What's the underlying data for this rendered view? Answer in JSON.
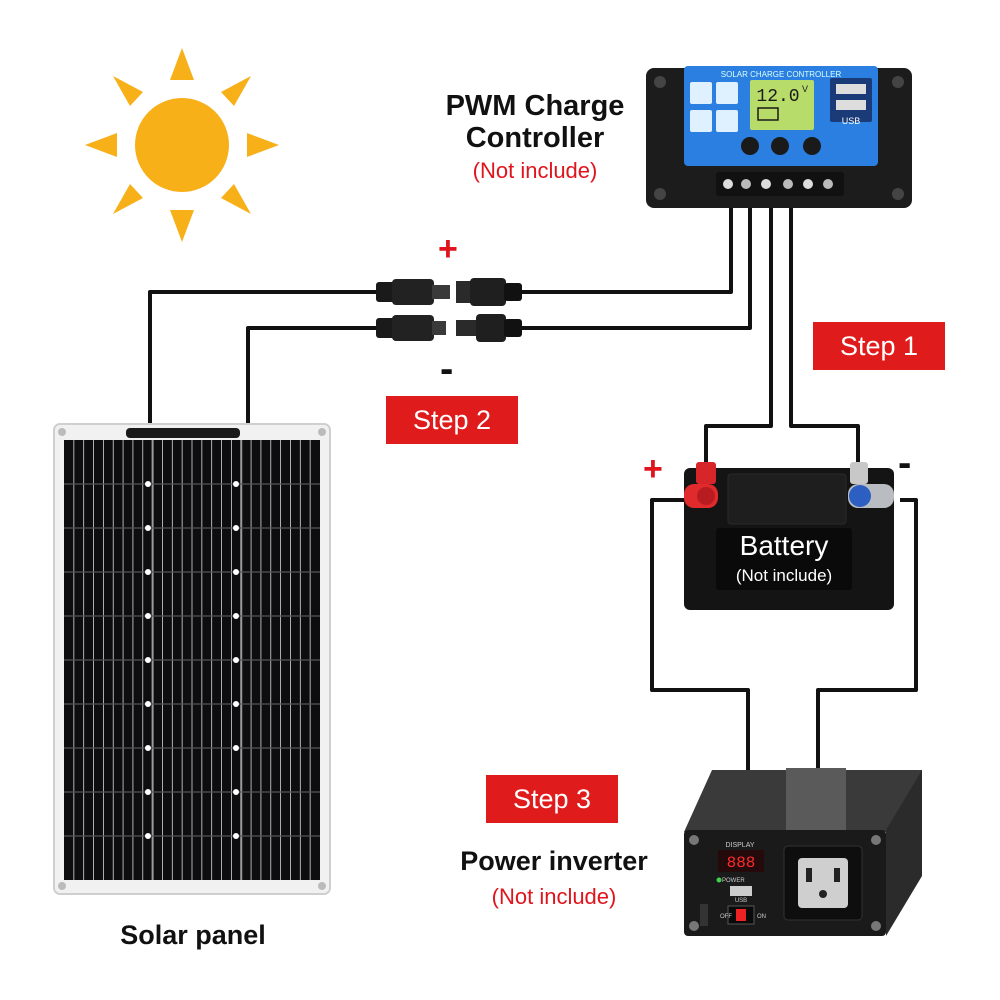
{
  "labels": {
    "controller_title": "PWM Charge Controller",
    "controller_note": "(Not include)",
    "step1": "Step 1",
    "step2": "Step 2",
    "step3": "Step 3",
    "battery_title": "Battery",
    "battery_note": "(Not include)",
    "inverter_title": "Power inverter",
    "inverter_note": "(Not include)",
    "panel_title": "Solar panel",
    "plus": "+",
    "minus": "-"
  },
  "controller_device": {
    "header": "SOLAR CHARGE CONTROLLER",
    "display": "12.0",
    "unit": "V",
    "icons": [
      "MCU control",
      "SET voltage",
      "Build-in timer",
      "FULL protect"
    ],
    "usb_label": "USB"
  },
  "inverter_device": {
    "display_label": "DISPLAY",
    "display_value": "888",
    "power_label": "POWER",
    "usb_label": "USB",
    "off_label": "OFF",
    "on_label": "ON"
  },
  "colors": {
    "accent_red": "#e01b1b",
    "sun": "#f8b018",
    "controller_face": "#2a7fe0",
    "lcd": "#b8dc6a"
  }
}
